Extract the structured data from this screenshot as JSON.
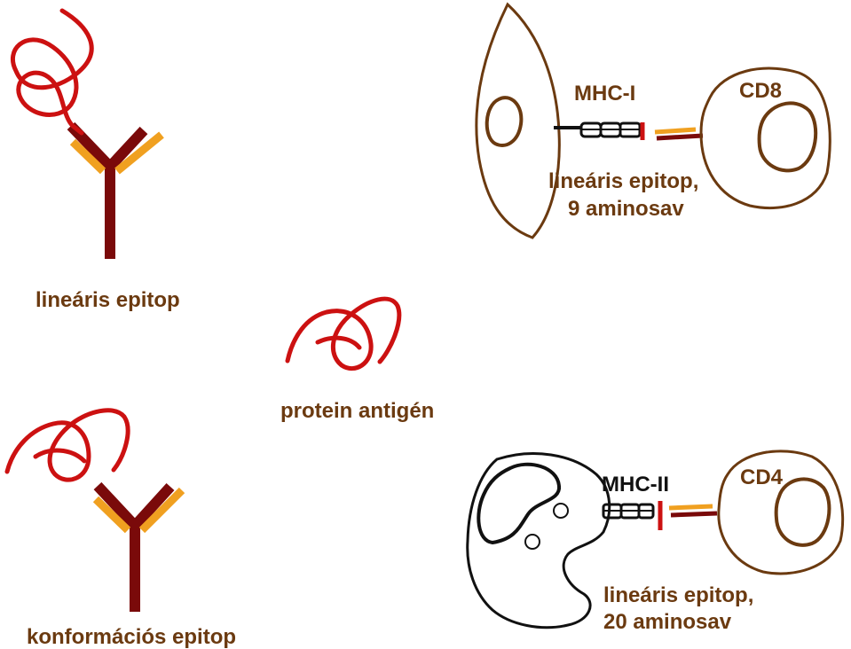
{
  "labels": {
    "linear_epitope": "lineáris epitop",
    "protein_antigen": "protein antigén",
    "conformational_epitope": "konformációs epitop",
    "mhc1": "MHC-I",
    "cd8": "CD8",
    "mhc1_epitope_line1": "lineáris epitop,",
    "mhc1_epitope_line2": "9 aminosav",
    "mhc2": "MHC-II",
    "cd4": "CD4",
    "mhc2_epitope_line1": "lineáris epitop,",
    "mhc2_epitope_line2": "20 aminosav"
  },
  "colors": {
    "label_text": "#6b3a10",
    "antigen_chain": "#cc1111",
    "antibody_heavy": "#7a0a0a",
    "antibody_light": "#f0a020",
    "cell_outline": "#6b3a10",
    "apc_outline": "#111111",
    "peptide": "#cc1111",
    "mhc": "#111111"
  }
}
